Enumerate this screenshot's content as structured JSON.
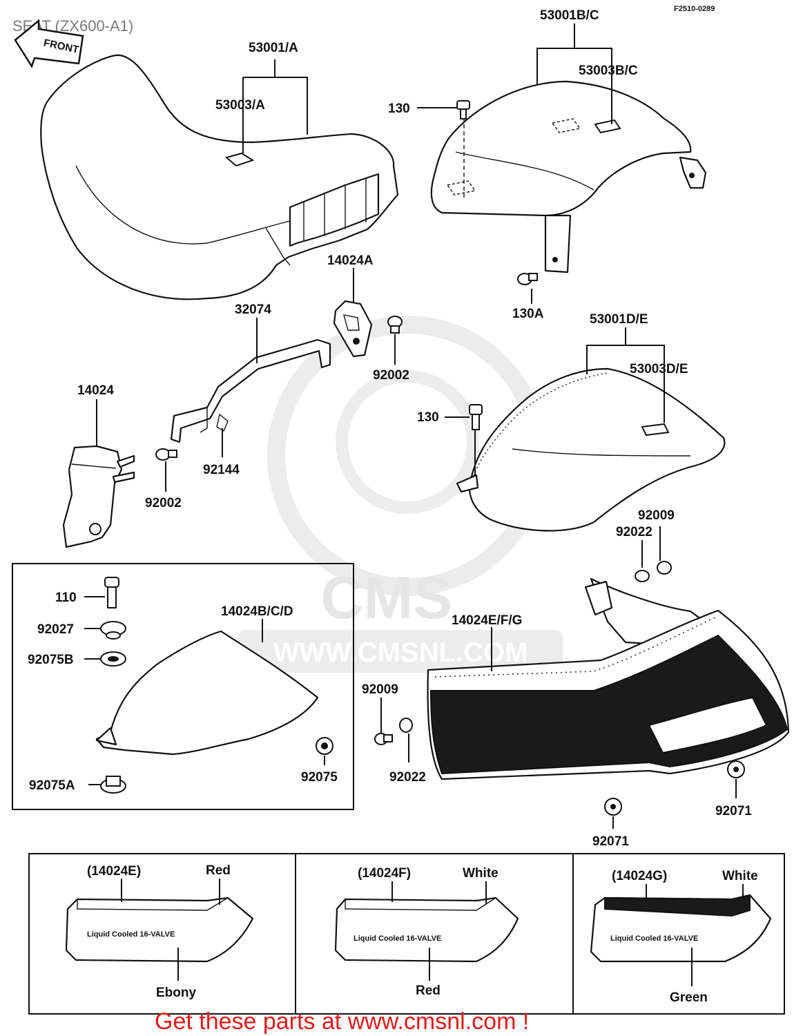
{
  "header": {
    "title": "SEAT (ZX600-A1)",
    "ref_code": "F2510-0289",
    "front_arrow": "FRONT"
  },
  "watermark": {
    "brand": "CMS",
    "url": "WWW.CMSNL.COM"
  },
  "part_labels": {
    "p53001_a": "53001/A",
    "p53003_a": "53003/A",
    "p53001_bc": "53001B/C",
    "p53003_bc": "53003B/C",
    "p130_top": "130",
    "p130a": "130A",
    "p14024a": "14024A",
    "p32074": "32074",
    "p92002_right": "92002",
    "p14024": "14024",
    "p92144": "92144",
    "p92002_left": "92002",
    "p53001_de": "53001D/E",
    "p53003_de": "53003D/E",
    "p130_mid": "130",
    "p92009_top": "92009",
    "p92022_top": "92022",
    "p110": "110",
    "p92027": "92027",
    "p92075b": "92075B",
    "p14024bcd": "14024B/C/D",
    "p92075": "92075",
    "p92075a": "92075A",
    "p14024efg": "14024E/F/G",
    "p92009_low": "92009",
    "p92022_low": "92022",
    "p92071_right": "92071",
    "p92071_low": "92071"
  },
  "color_variants": [
    {
      "code": "(14024E)",
      "stripe": "Red",
      "body": "Ebony"
    },
    {
      "code": "(14024F)",
      "stripe": "White",
      "body": "Red"
    },
    {
      "code": "(14024G)",
      "stripe": "White",
      "body": "Green"
    }
  ],
  "cover_decal": "Liquid Cooled 16-VALVE",
  "footer": {
    "cta": "Get these parts at www.cmsnl.com !"
  }
}
